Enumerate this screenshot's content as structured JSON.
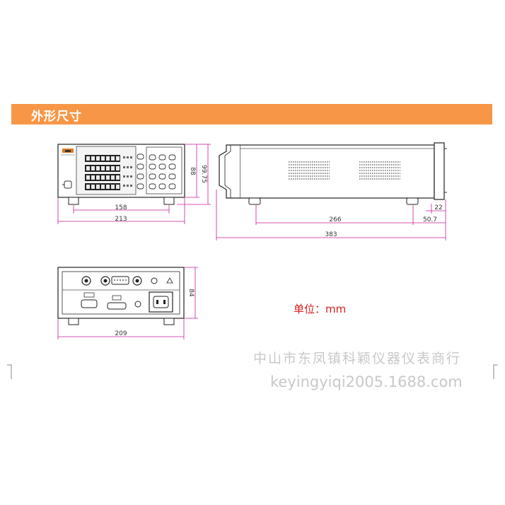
{
  "section": {
    "title": "外形尺寸",
    "accent_color": "#f79646"
  },
  "front_view": {
    "width_label": "213",
    "foot_span_label": "158",
    "height_label": "88",
    "height_total_label": "99.75"
  },
  "side_view": {
    "length_label": "383",
    "foot_span_label": "266",
    "rear_offset_label": "50.7",
    "foot_offset_label": "22"
  },
  "rear_view": {
    "width_label": "209",
    "height_label": "84"
  },
  "unit_label": "单位：mm",
  "watermark": {
    "company": "中山市东凤镇科颖仪器仪表商行",
    "url": "keyingyiqi2005.1688.com"
  }
}
